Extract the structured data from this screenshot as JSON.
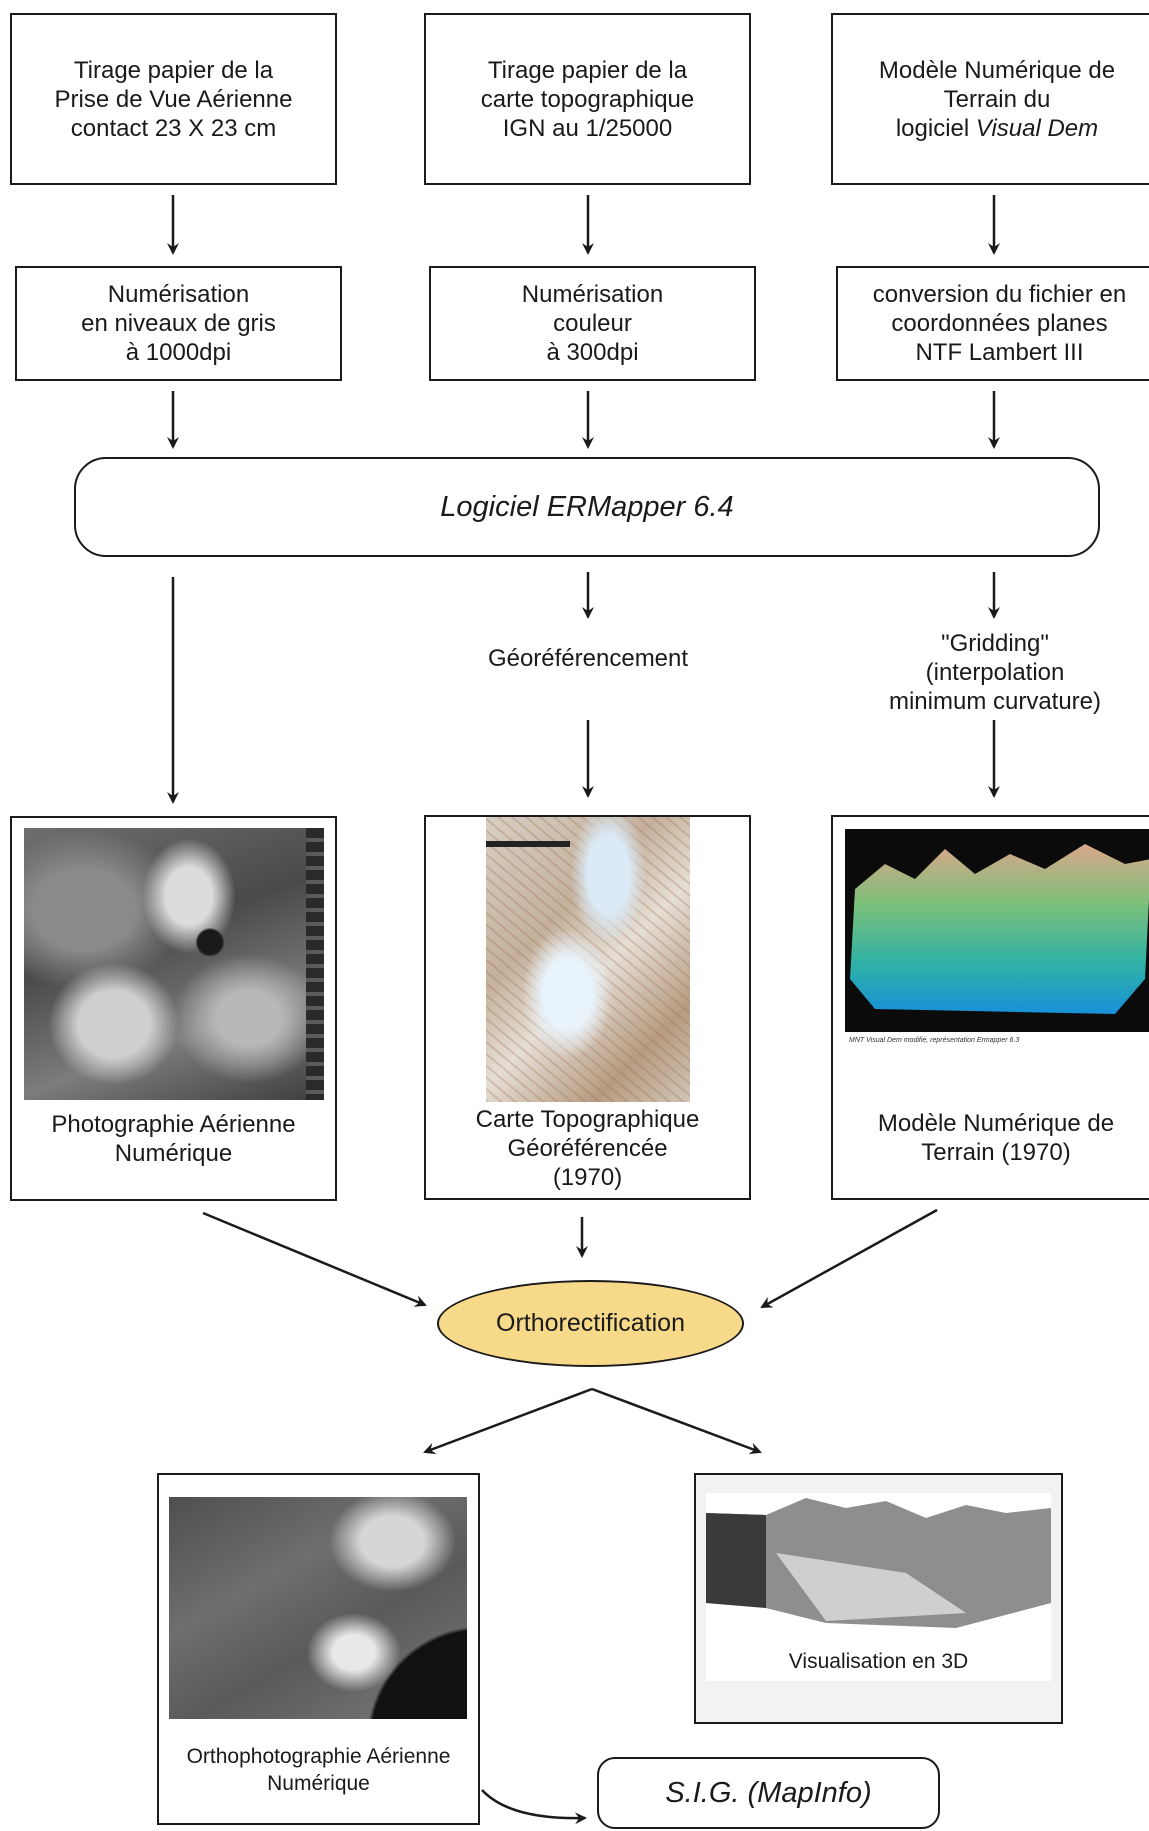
{
  "sources": [
    {
      "lines": [
        "Tirage papier de la",
        "Prise de Vue Aérienne",
        "contact 23 X 23 cm"
      ]
    },
    {
      "lines": [
        "Tirage papier de la",
        "carte topographique",
        "IGN au 1/25000"
      ]
    },
    {
      "line1": "Modèle Numérique de",
      "line2": "Terrain du",
      "line3_plain": "logiciel ",
      "line3_italic": "Visual Dem"
    }
  ],
  "conversions": [
    {
      "lines": [
        "Numérisation",
        "en niveaux de gris",
        "à 1000dpi"
      ]
    },
    {
      "lines": [
        "Numérisation",
        "couleur",
        "à 300dpi"
      ]
    },
    {
      "lines": [
        "conversion du fichier en",
        "coordonnées planes",
        "NTF Lambert III"
      ]
    }
  ],
  "software": {
    "label": "Logiciel ERMapper 6.4"
  },
  "processes": {
    "georef": "Géoréférencement",
    "gridding": [
      "\"Gridding\"",
      "(interpolation",
      "minimum curvature)"
    ]
  },
  "products": [
    {
      "lines": [
        "Photographie Aérienne",
        "Numérique"
      ]
    },
    {
      "lines": [
        "Carte Topographique",
        "Géoréférencée",
        "(1970)"
      ]
    },
    {
      "lines": [
        "Modèle Numérique de",
        "Terrain (1970)"
      ],
      "caption": "MNT Visual Dem modifié, représentation Ermapper 6.3"
    }
  ],
  "ortho": {
    "label": "Orthorectification",
    "fill": "#f7d98a"
  },
  "outputs": {
    "orthophoto": [
      "Orthophotographie Aérienne",
      "Numérique"
    ],
    "viz3d": "Visualisation en 3D",
    "sig": "S.I.G. (MapInfo)"
  },
  "colors": {
    "ink": "#1a1a1a",
    "ortho_fill": "#f7d98a",
    "output_bg": "#f2f2f2"
  }
}
